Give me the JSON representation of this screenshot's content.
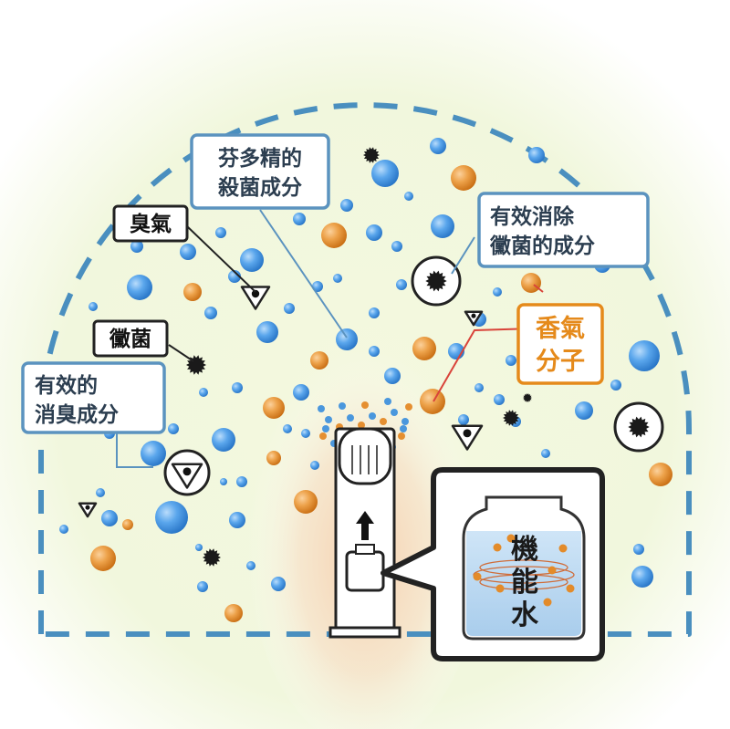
{
  "labels": {
    "phytoncide": [
      "芬多精的",
      "殺菌成分"
    ],
    "odor": "臭氣",
    "mold": "黴菌",
    "deodorize": [
      "有效的",
      "消臭成分"
    ],
    "antimold": [
      "有效消除",
      "黴菌的成分"
    ],
    "fragrance": [
      "香氣",
      "分子"
    ],
    "water": [
      "機",
      "能",
      "水"
    ]
  },
  "colors": {
    "dash_line": "#4a8fbf",
    "blue_box_stroke": "#5b93bf",
    "orange_accent": "#e58a1b",
    "background_glow": "#eaf4d3",
    "water_fill": "#b9d8f2",
    "mold_black": "#1a1a1a",
    "blue_particle": "#3b8fd9",
    "orange_particle": "#e38b2a"
  },
  "icons": [
    "odor-triangle-icon",
    "mold-spore-icon",
    "device-icon",
    "arrow-up-icon",
    "jar-icon"
  ]
}
